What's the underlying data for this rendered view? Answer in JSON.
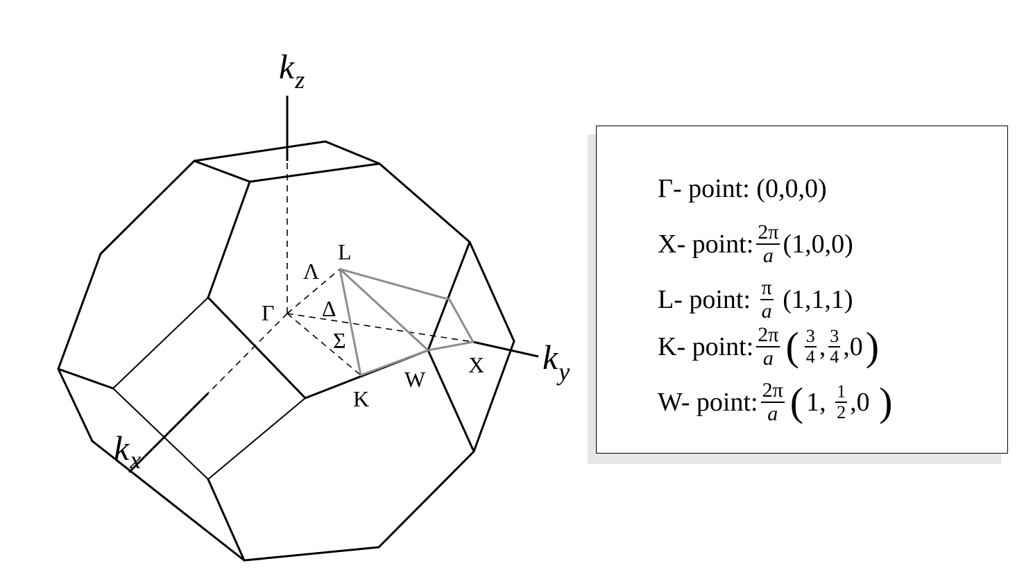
{
  "axes": {
    "kx": "k",
    "kx_sub": "x",
    "ky": "k",
    "ky_sub": "y",
    "kz": "k",
    "kz_sub": "z"
  },
  "points": {
    "gamma": "Γ",
    "L": "L",
    "X": "X",
    "K": "K",
    "W": "W",
    "lambda": "Λ",
    "delta": "Δ",
    "sigma": "Σ"
  },
  "legend": {
    "gamma": {
      "label": "Γ- point:",
      "coords": "(0,0,0)"
    },
    "x": {
      "label": "X- point:",
      "num": "2π",
      "den": "a",
      "coords": "(1,0,0)"
    },
    "l": {
      "label": "L- point:",
      "num": "π",
      "den": "a",
      "coords": "(1,1,1)"
    },
    "k": {
      "label": "K- point:",
      "num": "2π",
      "den": "a",
      "open": "(",
      "f1_num": "3",
      "f1_den": "4",
      "comma1": ",",
      "f2_num": "3",
      "f2_den": "4",
      "rest": ",0",
      "close": ")"
    },
    "w": {
      "label": "W- point:",
      "num": "2π",
      "den": "a",
      "open": "(",
      "first": "1,",
      "f1_num": "1",
      "f1_den": "2",
      "rest": ",0",
      "close": ")"
    }
  }
}
